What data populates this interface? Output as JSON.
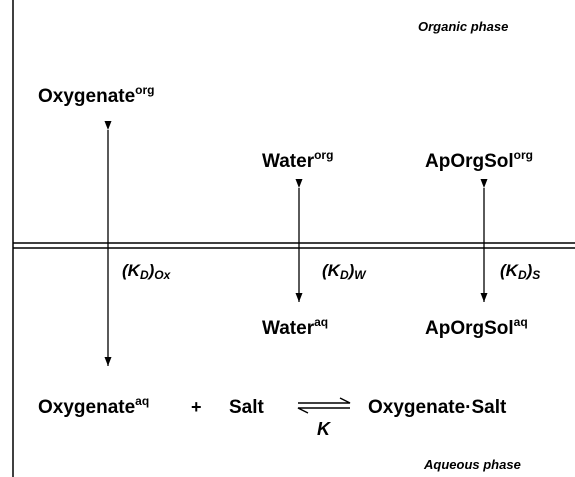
{
  "phases": {
    "organic": "Organic phase",
    "aqueous": "Aqueous phase"
  },
  "species": {
    "oxygenate": {
      "base": "Oxygenate",
      "sup_org": "org",
      "sup_aq": "aq"
    },
    "water": {
      "base": "Water",
      "sup_org": "org",
      "sup_aq": "aq"
    },
    "aporgsol": {
      "base": "ApOrgSol",
      "sup_org": "org",
      "sup_aq": "aq"
    },
    "salt": "Salt",
    "complex": "Oxygenate·Salt"
  },
  "operators": {
    "plus": "+"
  },
  "constants": {
    "kd_ox": {
      "open": "(K",
      "sub_inner": "D",
      "close": ")",
      "sub_outer": "Ox"
    },
    "kd_w": {
      "open": "(K",
      "sub_inner": "D",
      "close": ")",
      "sub_outer": "W"
    },
    "kd_s": {
      "open": "(K",
      "sub_inner": "D",
      "close": ")",
      "sub_outer": "S"
    },
    "k": "K"
  },
  "colors": {
    "ink": "#000000",
    "background": "#ffffff"
  }
}
